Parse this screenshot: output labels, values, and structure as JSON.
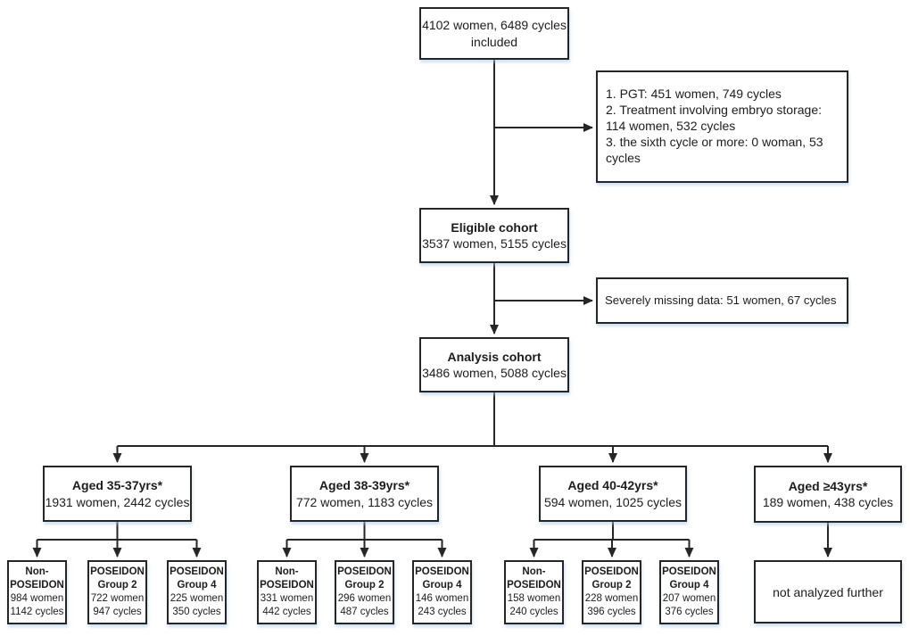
{
  "flow": {
    "included": {
      "lines": [
        "4102 women, 6489 cycles",
        "included"
      ]
    },
    "exclusions": {
      "items": [
        "1. PGT: 451 women, 749 cycles",
        "2. Treatment involving embryo storage: 114 women, 532 cycles",
        "3. the sixth cycle or more: 0 woman, 53 cycles"
      ]
    },
    "eligible": {
      "title": "Eligible cohort",
      "stats": "3537 women, 5155 cycles"
    },
    "missing": {
      "text": "Severely missing data: 51 women, 67 cycles"
    },
    "analysis": {
      "title": "Analysis cohort",
      "stats": "3486 women, 5088 cycles"
    },
    "groups": [
      {
        "title": "Aged 35-37yrs*",
        "stats": "1931 women, 2442 cycles",
        "children": [
          {
            "name": "Non-POSEIDON",
            "women": "984 women",
            "cycles": "1142 cycles"
          },
          {
            "name": "POSEIDON Group 2",
            "women": "722 women",
            "cycles": "947 cycles"
          },
          {
            "name": "POSEIDON Group 4",
            "women": "225 women",
            "cycles": "350 cycles"
          }
        ]
      },
      {
        "title": "Aged 38-39yrs*",
        "stats": "772 women, 1183 cycles",
        "children": [
          {
            "name": "Non-POSEIDON",
            "women": "331 women",
            "cycles": "442 cycles"
          },
          {
            "name": "POSEIDON Group 2",
            "women": "296 women",
            "cycles": "487 cycles"
          },
          {
            "name": "POSEIDON Group 4",
            "women": "146 women",
            "cycles": "243 cycles"
          }
        ]
      },
      {
        "title": "Aged 40-42yrs*",
        "stats": "594 women, 1025 cycles",
        "children": [
          {
            "name": "Non-POSEIDON",
            "women": "158 women",
            "cycles": "240 cycles"
          },
          {
            "name": "POSEIDON Group 2",
            "women": "228 women",
            "cycles": "396 cycles"
          },
          {
            "name": "POSEIDON Group 4",
            "women": "207 women",
            "cycles": "376 cycles"
          }
        ]
      },
      {
        "title": "Aged ≥43yrs*",
        "stats": "189 women, 438 cycles",
        "note": "not analyzed further"
      }
    ],
    "colors": {
      "line": "#262626",
      "shadow": "#a6c6eb"
    }
  }
}
